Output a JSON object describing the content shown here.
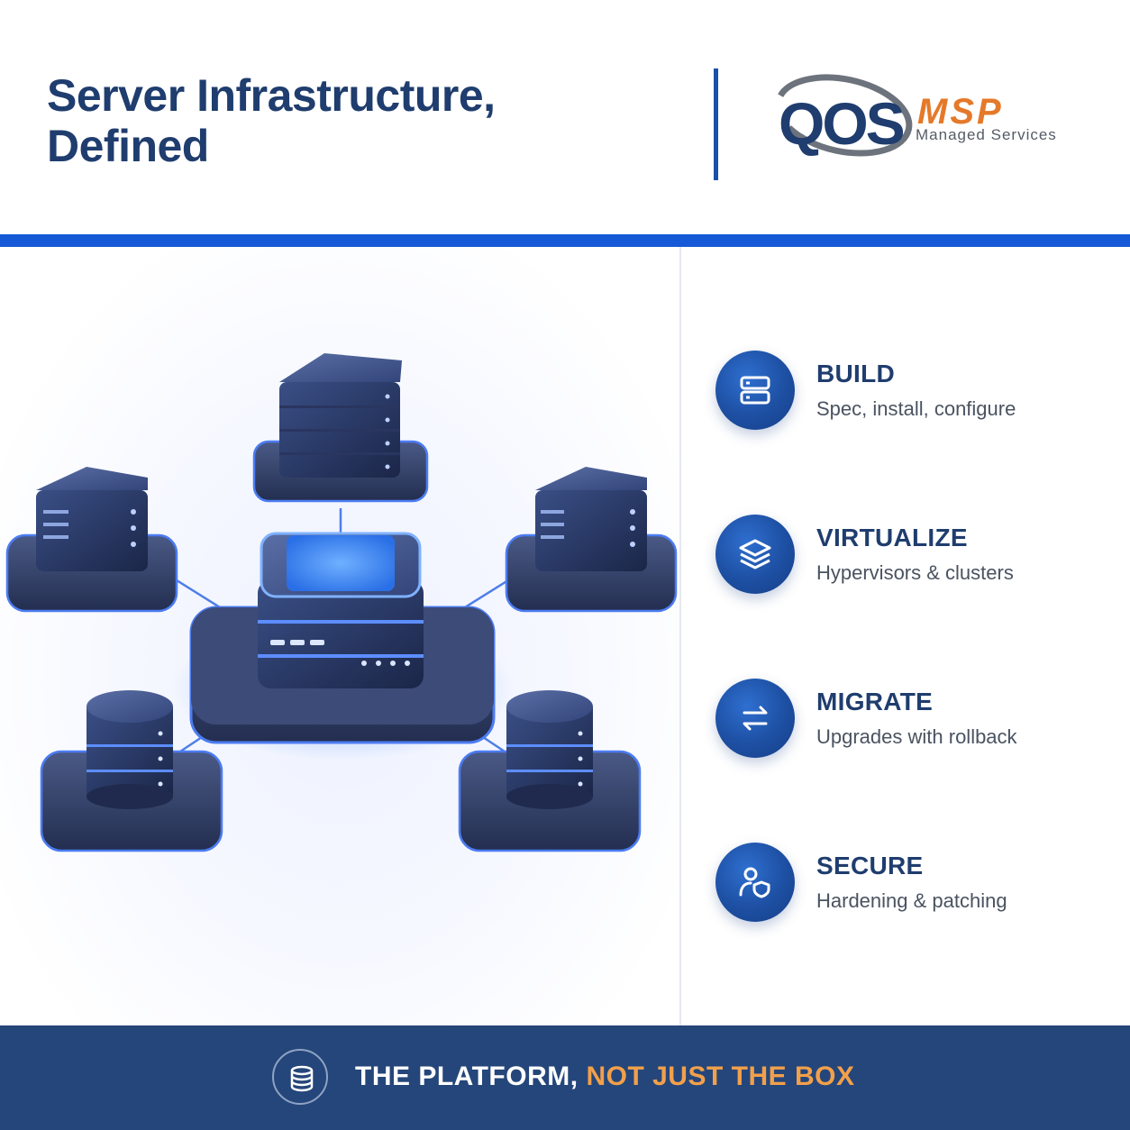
{
  "header": {
    "title_line1": "Server Infrastructure,",
    "title_line2": "Defined",
    "logo": {
      "mark": "QOS",
      "brand": "MSP",
      "subtitle": "Managed Services"
    }
  },
  "features": [
    {
      "title": "BUILD",
      "desc": "Spec, install, configure",
      "icon": "server-icon"
    },
    {
      "title": "VIRTUALIZE",
      "desc": "Hypervisors & clusters",
      "icon": "layers-icon"
    },
    {
      "title": "MIGRATE",
      "desc": "Upgrades with rollback",
      "icon": "arrows-swap-icon"
    },
    {
      "title": "SECURE",
      "desc": "Hardening & patching",
      "icon": "user-shield-icon"
    }
  ],
  "footer": {
    "text_part1": "THE PLATFORM,",
    "text_part2": "NOT JUST THE BOX",
    "icon": "database-icon"
  },
  "colors": {
    "navy": "#1f3d6e",
    "accent_blue": "#1559d6",
    "footer_bg": "#25467a",
    "orange": "#e5792a",
    "footer_orange": "#f2a04a"
  }
}
